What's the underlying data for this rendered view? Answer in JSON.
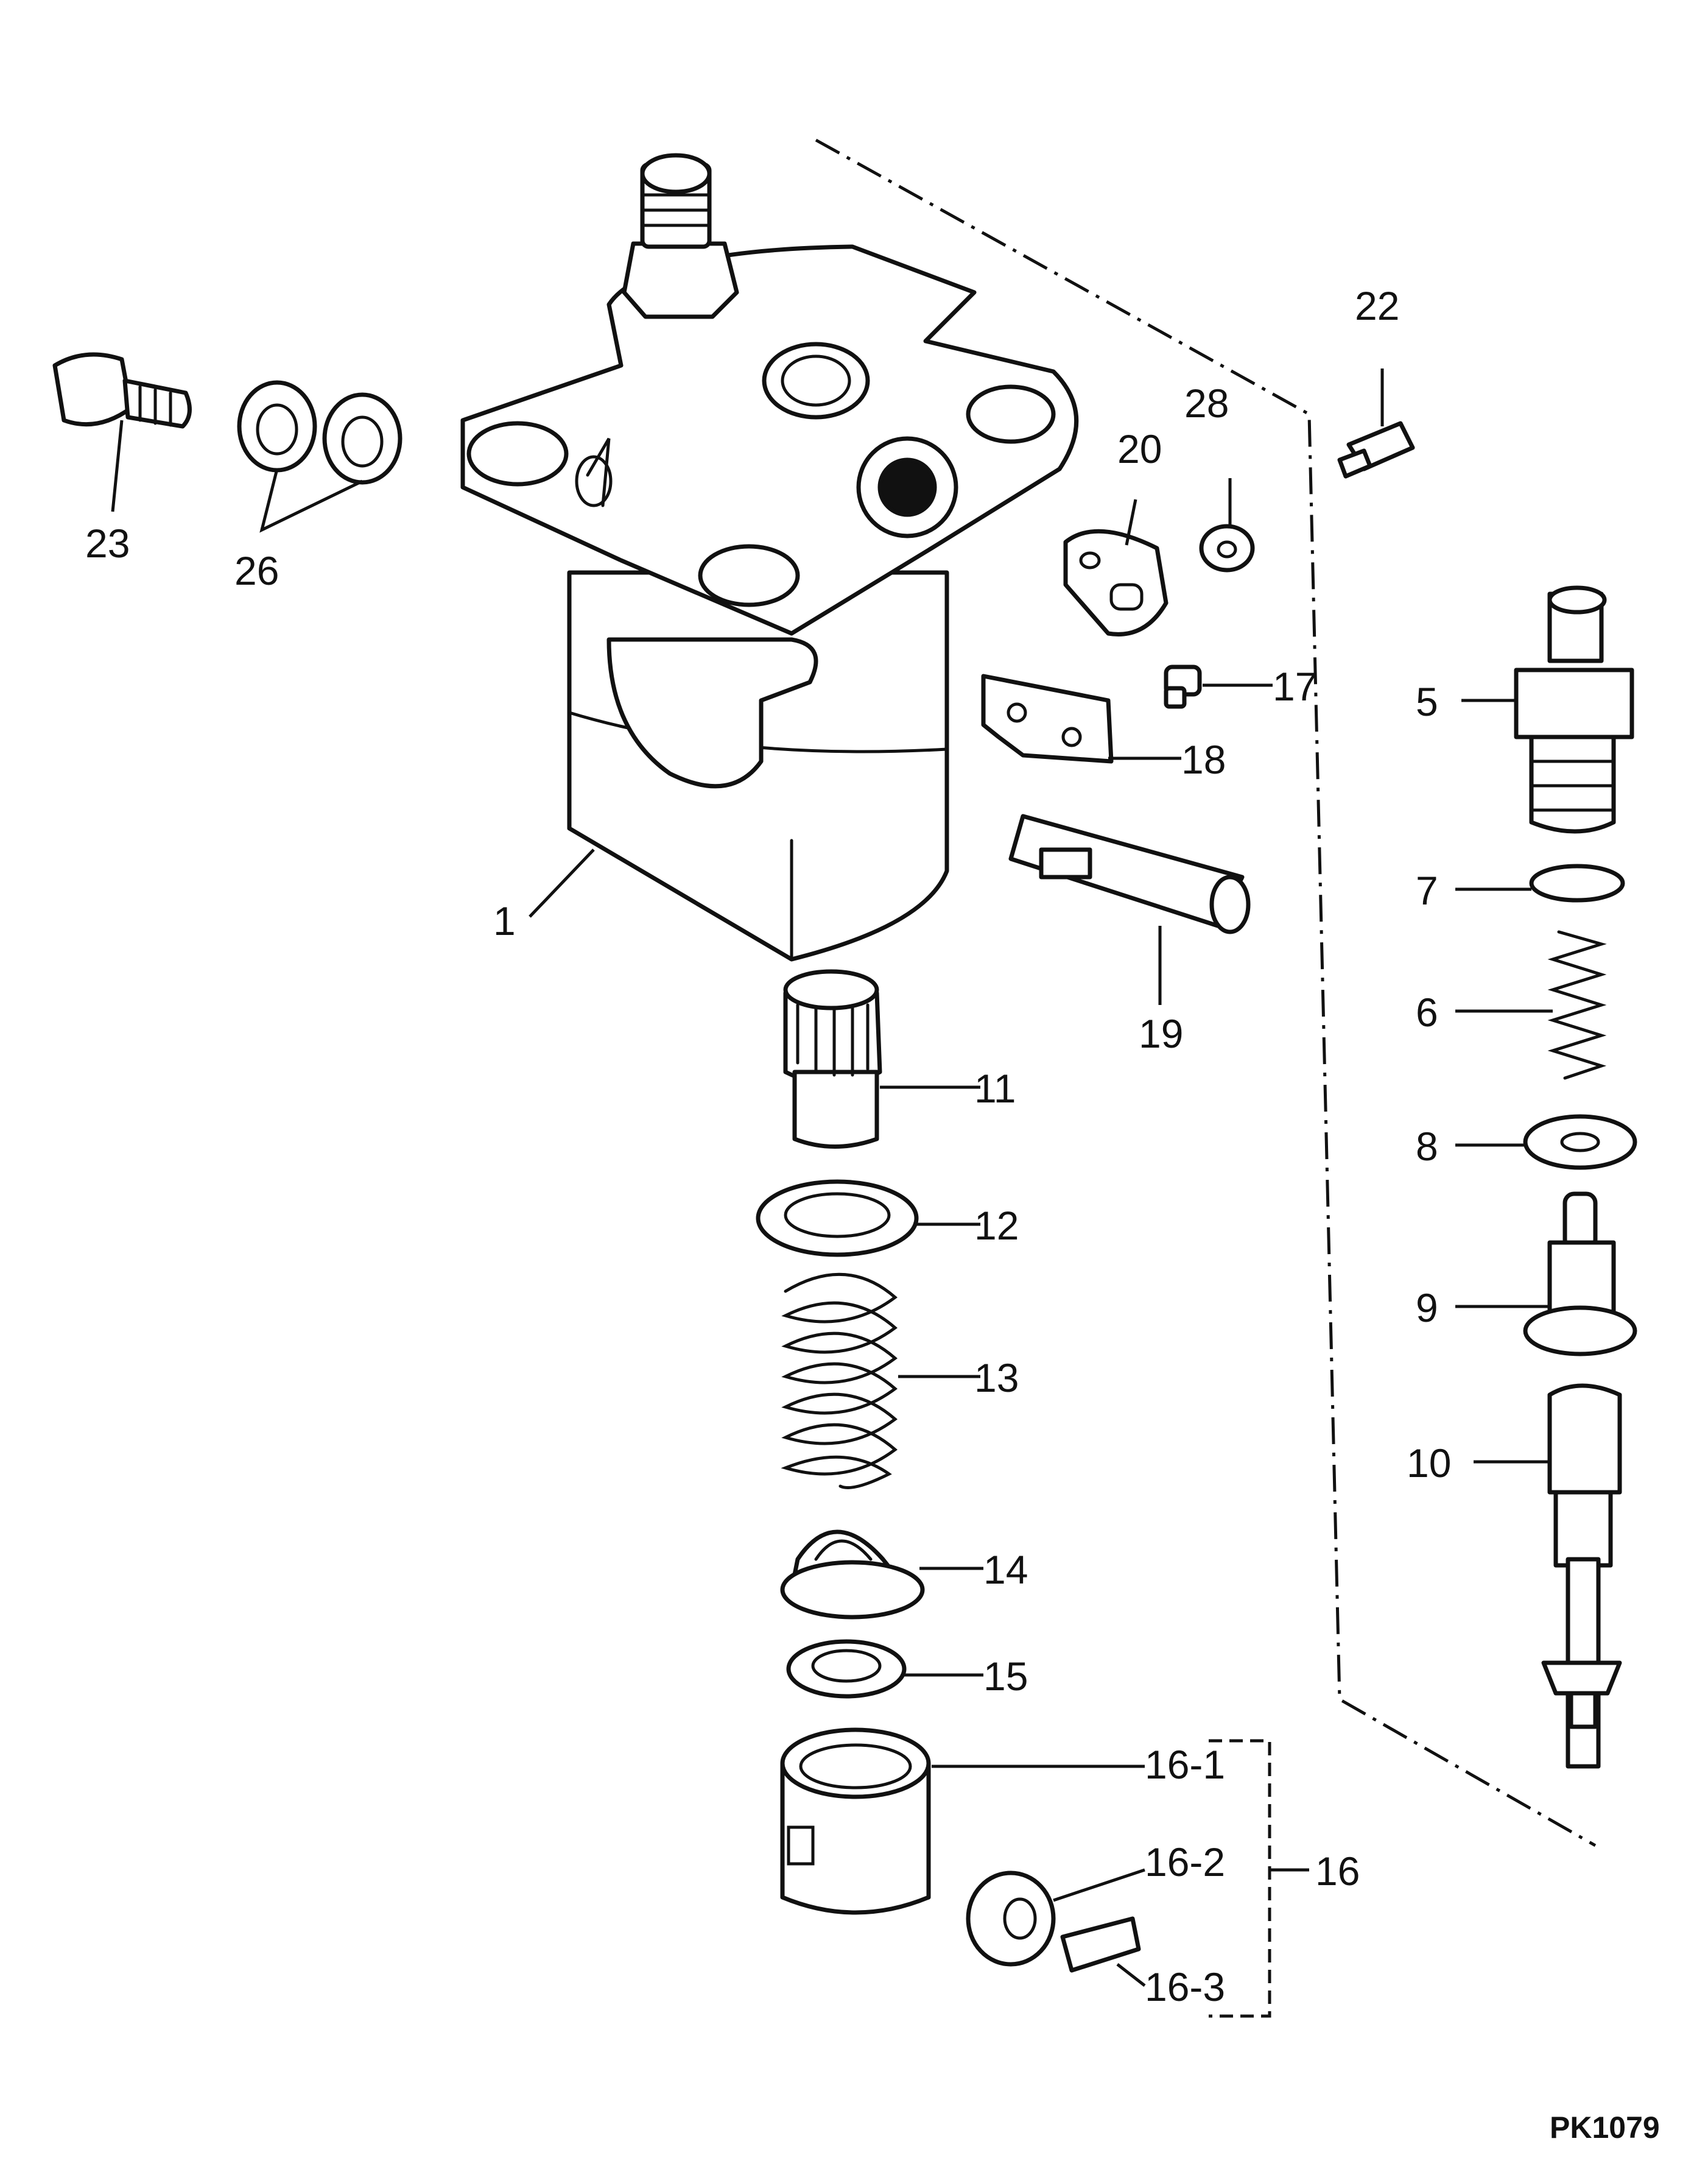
{
  "callouts": {
    "c1": "1",
    "c5": "5",
    "c6": "6",
    "c7": "7",
    "c8": "8",
    "c9": "9",
    "c10": "10",
    "c11": "11",
    "c12": "12",
    "c13": "13",
    "c14": "14",
    "c15": "15",
    "c16": "16",
    "c16_1": "16-1",
    "c16_2": "16-2",
    "c16_3": "16-3",
    "c17": "17",
    "c18": "18",
    "c19": "19",
    "c20": "20",
    "c22": "22",
    "c23": "23",
    "c26": "26",
    "c28": "28"
  },
  "figure_code": "PK1079"
}
